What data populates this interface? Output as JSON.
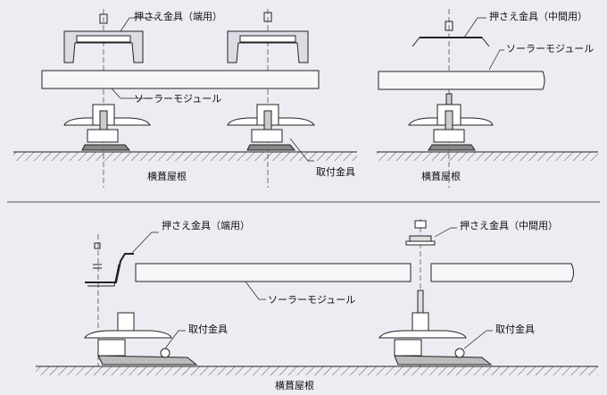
{
  "labels": {
    "tl_clamp": "押さえ金具（端用）",
    "tl_module": "ソーラーモジュール",
    "tl_roof": "横葺屋根",
    "tl_bracket": "取付金具",
    "tr_clamp": "押さえ金具（中間用）",
    "tr_module": "ソーラーモジュール",
    "tr_roof": "横葺屋根",
    "b_clamp_end": "押さえ金具（端用）",
    "b_clamp_mid": "押さえ金具（中間用）",
    "b_module": "ソーラーモジュール",
    "b_bracket_left": "取付金具",
    "b_bracket_right": "取付金具",
    "b_roof": "横葺屋根"
  },
  "colors": {
    "background": "#ecedf3",
    "line": "#222222",
    "module_fill": "#f6f6f8",
    "clamp_fill": "#dcdde4"
  }
}
